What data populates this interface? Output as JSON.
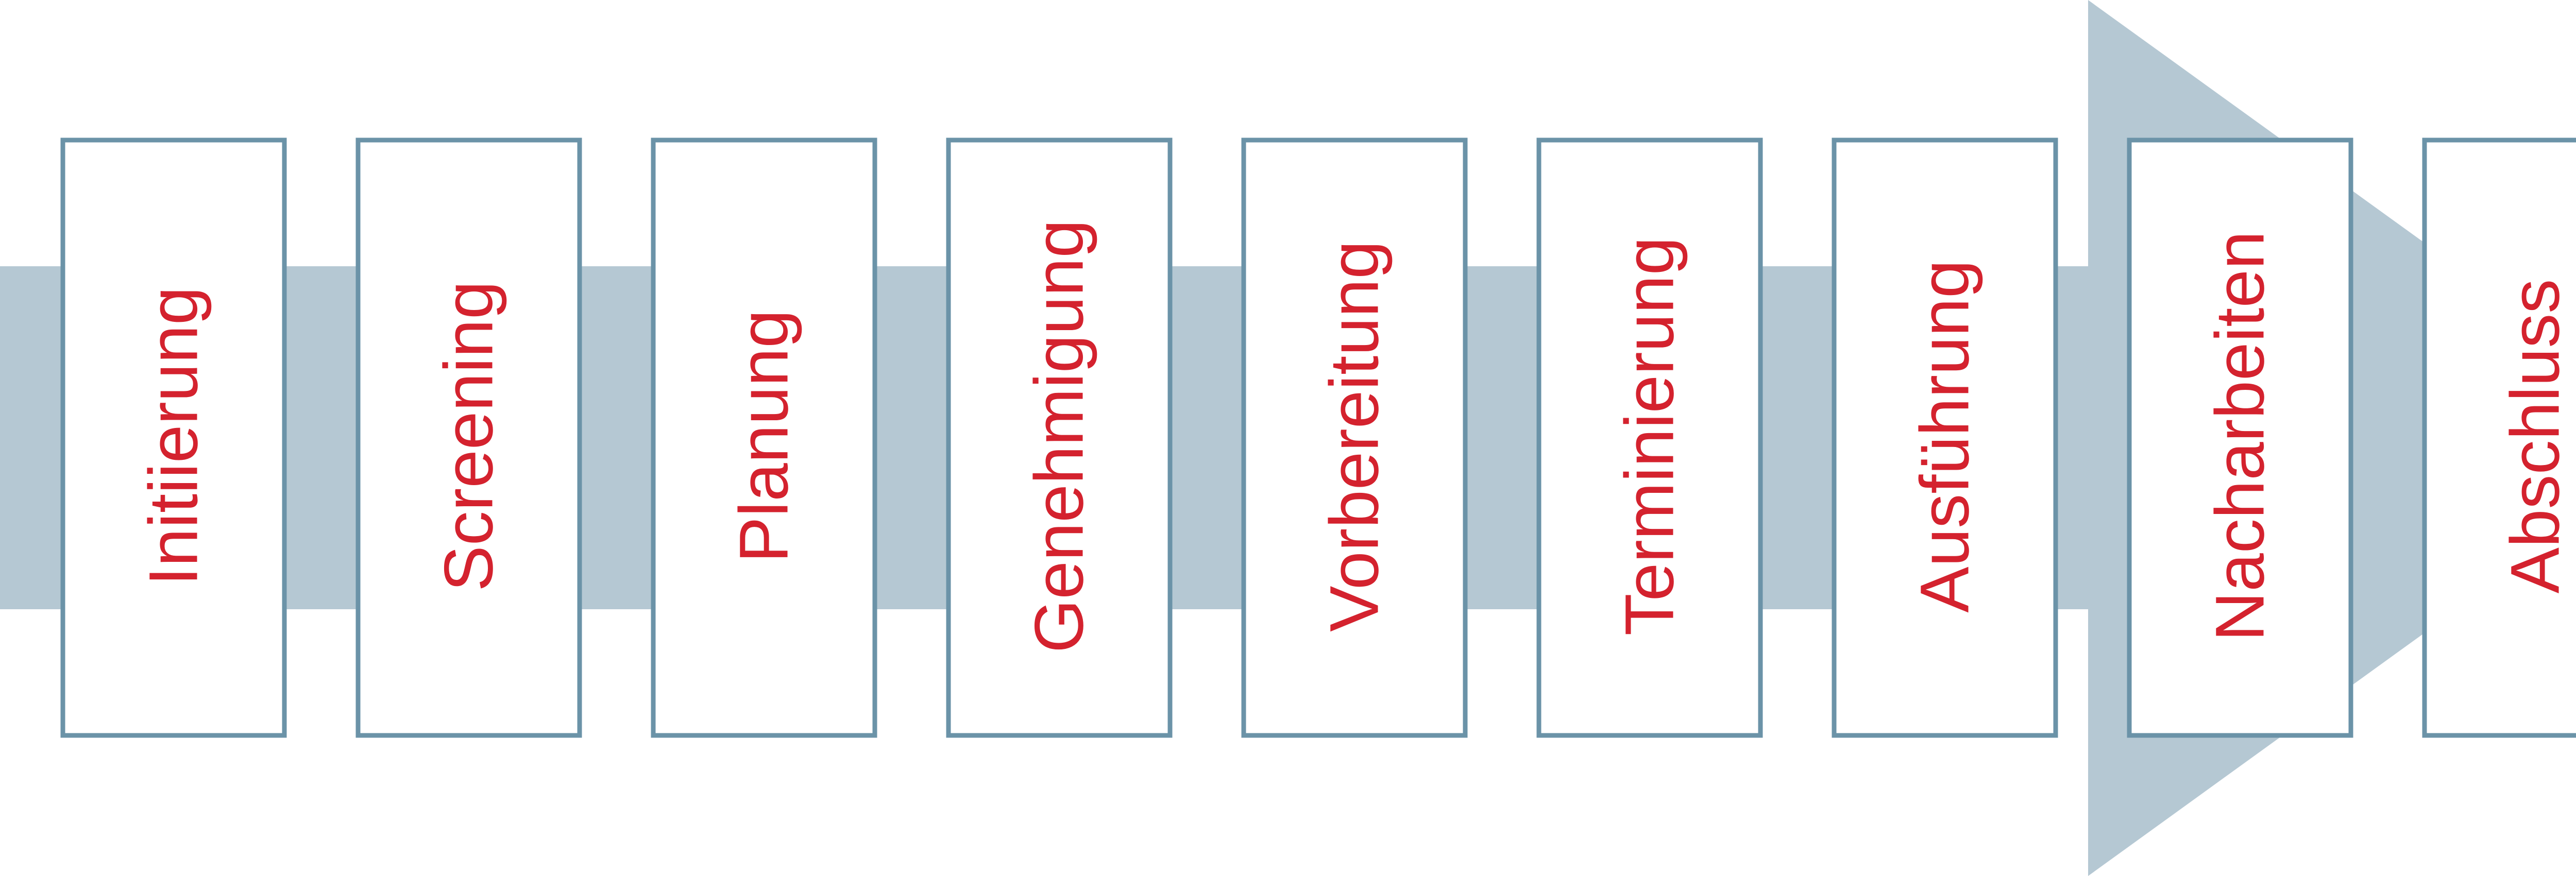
{
  "colors": {
    "arrow": "#b5c8d3",
    "box_border": "#6b93a8",
    "box_fill": "#ffffff",
    "label": "#d4222e"
  },
  "steps": [
    {
      "label": "Initiierung"
    },
    {
      "label": "Screening"
    },
    {
      "label": "Planung"
    },
    {
      "label": "Genehmigung"
    },
    {
      "label": "Vorbereitung"
    },
    {
      "label": "Terminierung"
    },
    {
      "label": "Ausführung"
    },
    {
      "label": "Nacharbeiten"
    },
    {
      "label": "Abschluss"
    }
  ]
}
